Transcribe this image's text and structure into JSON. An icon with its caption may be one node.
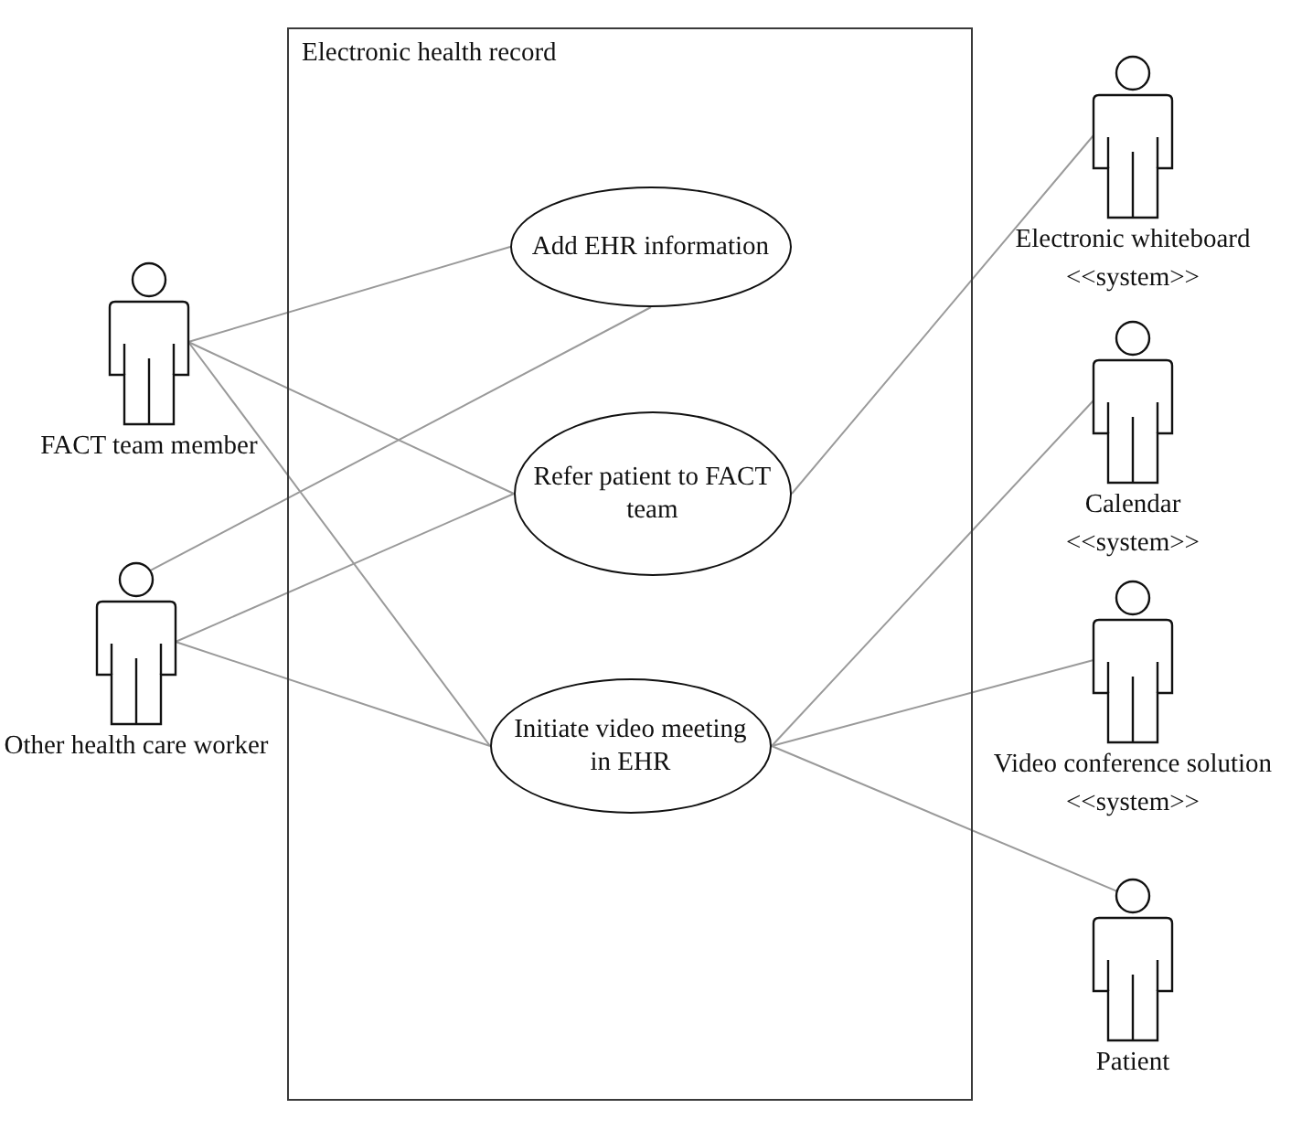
{
  "diagram": {
    "nodes": [
      {
        "text": [
          "Electronic health record"
        ]
      },
      {
        "text": [
          "Add EHR information"
        ],
        "in": 0
      },
      {
        "text": [
          "Refer patient to FACT team"
        ],
        "in": 0
      },
      {
        "text": [
          "Initiate video meeting in EHR"
        ],
        "in": 0
      },
      {
        "text": [
          "FACT team member"
        ]
      },
      {
        "text": [
          "Other health care worker"
        ]
      },
      {
        "text": [
          "Electronic whiteboard",
          "<<system>>"
        ]
      },
      {
        "text": [
          "Calendar",
          "<<system>>"
        ]
      },
      {
        "text": [
          "Video conference solution",
          "<<system>>"
        ]
      },
      {
        "text": [
          "Patient"
        ]
      }
    ],
    "edges": [
      {
        "from": 4,
        "to": 1,
        "arrow": "none"
      },
      {
        "from": 4,
        "to": 2,
        "arrow": "none"
      },
      {
        "from": 4,
        "to": 3,
        "arrow": "none"
      },
      {
        "from": 5,
        "to": 1,
        "arrow": "none"
      },
      {
        "from": 5,
        "to": 2,
        "arrow": "none"
      },
      {
        "from": 5,
        "to": 3,
        "arrow": "none"
      },
      {
        "from": 2,
        "to": 6,
        "arrow": "none"
      },
      {
        "from": 3,
        "to": 7,
        "arrow": "none"
      },
      {
        "from": 3,
        "to": 8,
        "arrow": "none"
      },
      {
        "from": 3,
        "to": 9,
        "arrow": "none"
      }
    ]
  }
}
